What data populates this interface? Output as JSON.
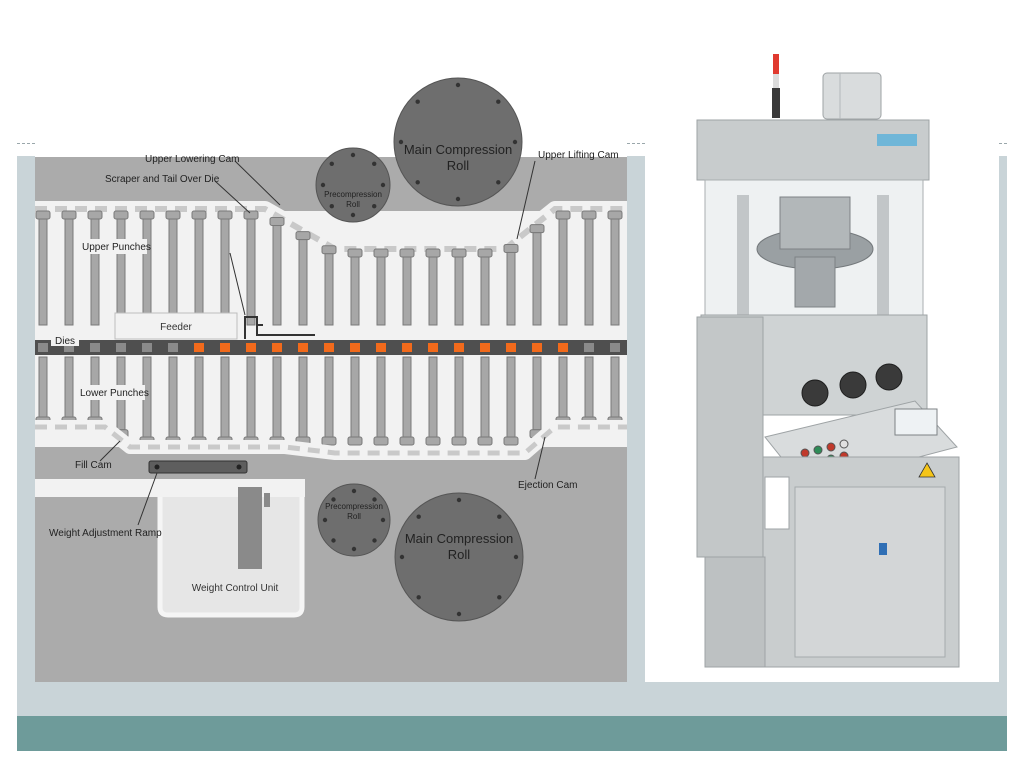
{
  "diagram": {
    "labels": {
      "upper_lowering_cam": "Upper  Lowering Cam",
      "scraper": "Scraper and Tail Over Die",
      "upper_punches": "Upper Punches",
      "feeder": "Feeder",
      "dies": "Dies",
      "lower_punches": "Lower Punches",
      "fill_cam": "Fill Cam",
      "weight_adjustment_ramp": "Weight Adjustment Ramp",
      "weight_control_unit": "Weight Control Unit",
      "precompression_top_1": "Precompression",
      "precompression_top_2": "Roll",
      "precompression_bottom_1": "Precompression",
      "precompression_bottom_2": "Roll",
      "main_top_1": "Main Compression",
      "main_top_2": "Roll",
      "main_bottom_1": "Main Compression",
      "main_bottom_2": "Roll",
      "upper_lifting_cam": "Upper  Lifting Cam",
      "ejection_cam": "Ejection Cam"
    },
    "colors": {
      "background": "#a9a9a9",
      "light_gray": "#e6e6e6",
      "roll": "#6e6e6e",
      "die_band": "#4f4f4f",
      "powder": "#f26a1b"
    }
  },
  "photo": {
    "control_panel_icon": "warning-triangle-icon",
    "door_icon": "info-icon"
  }
}
